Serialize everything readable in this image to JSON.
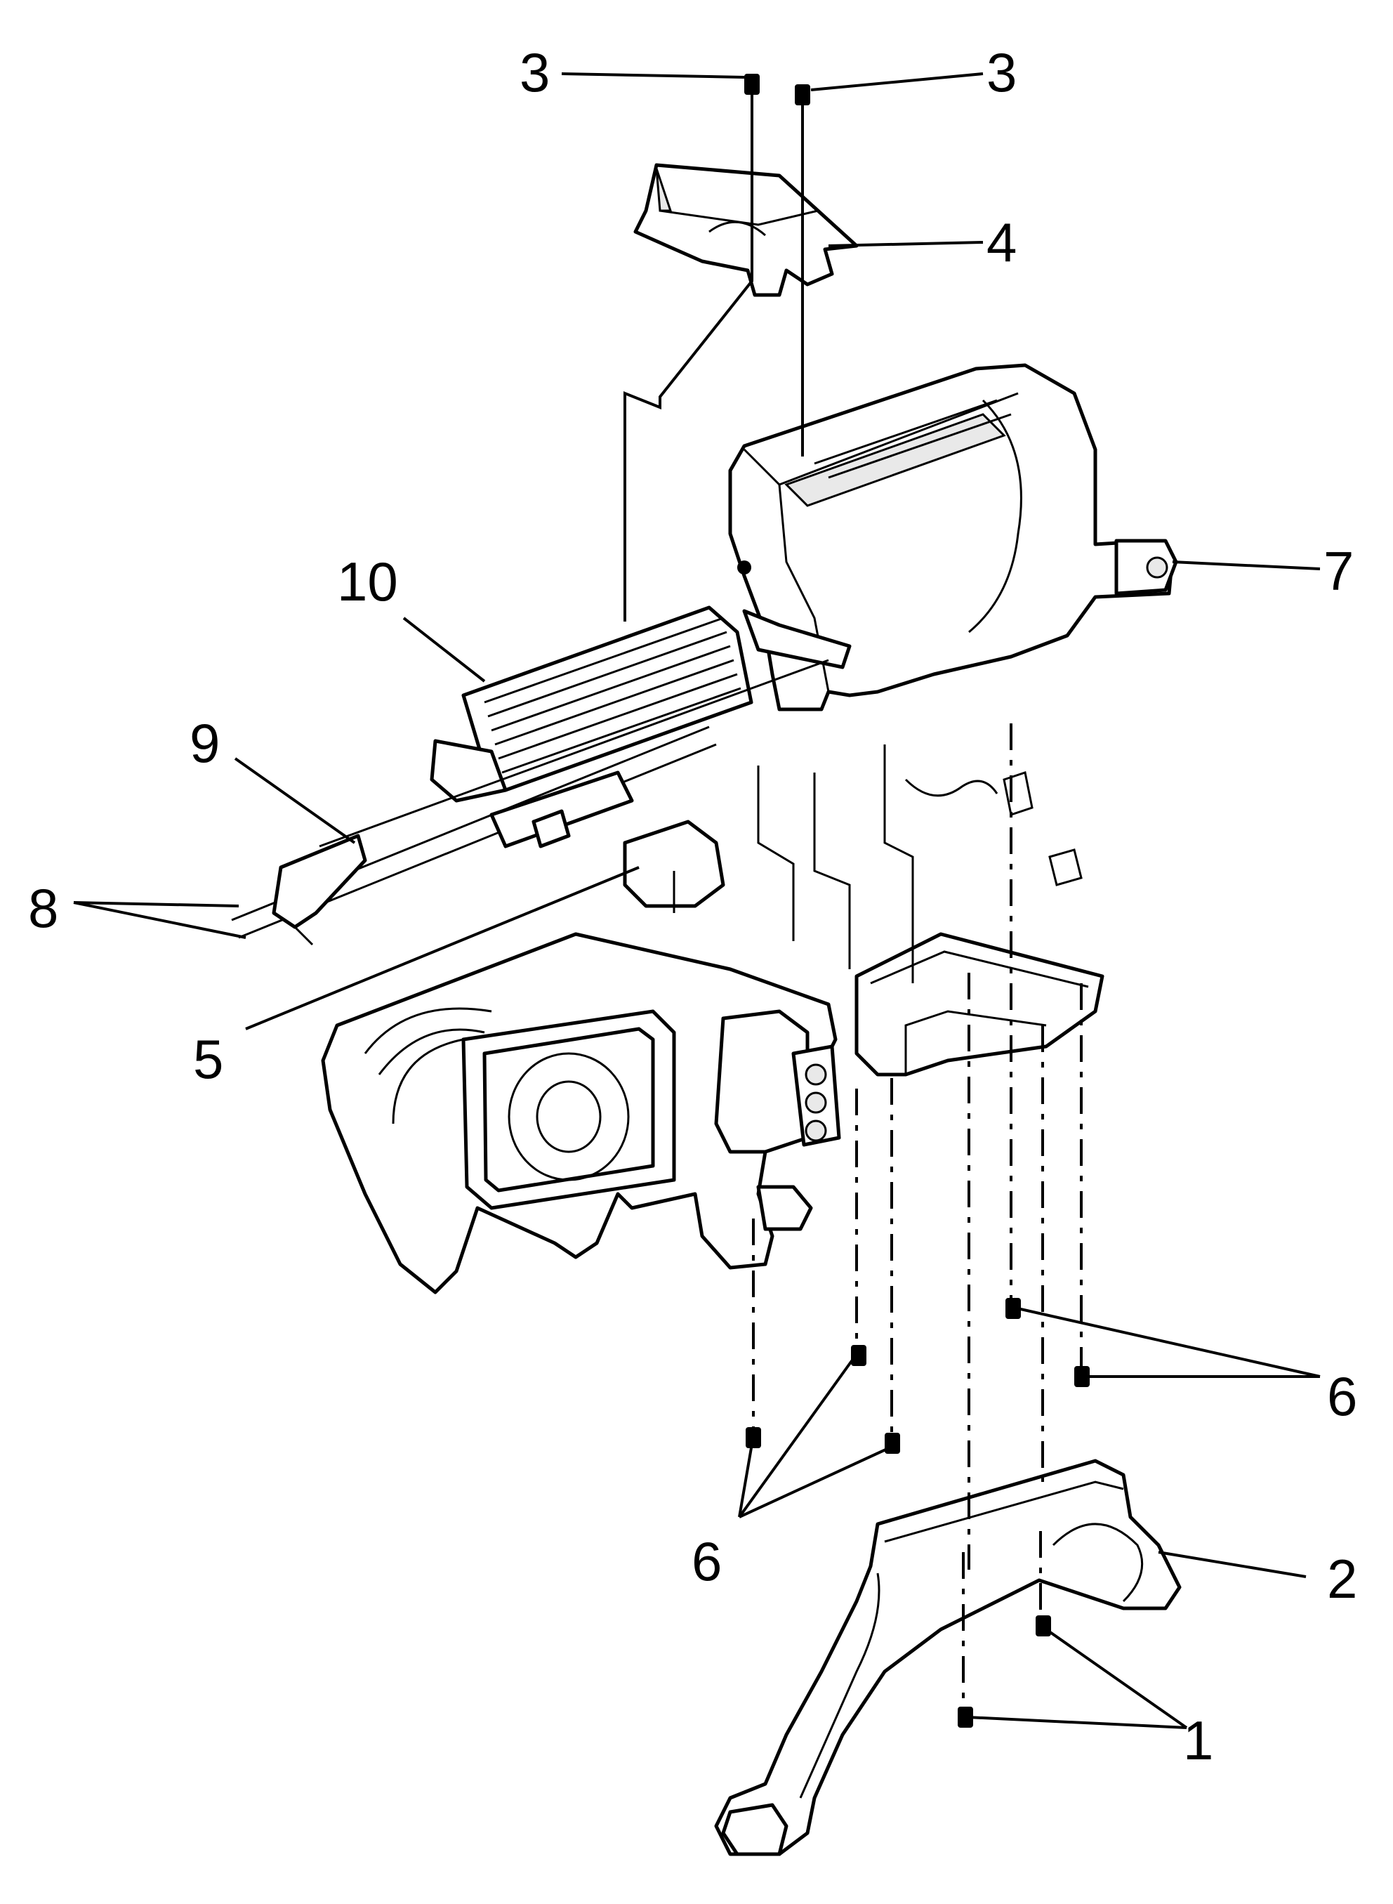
{
  "diagram": {
    "callouts": {
      "c3a": "3",
      "c3b": "3",
      "c4": "4",
      "c7": "7",
      "c10": "10",
      "c9": "9",
      "c8": "8",
      "c5": "5",
      "c6a": "6",
      "c6b": "6",
      "c2": "2",
      "c1": "1"
    },
    "parts": [
      {
        "id": "1",
        "icon": "screw-icon"
      },
      {
        "id": "2",
        "icon": "floor-duct-icon"
      },
      {
        "id": "3",
        "icon": "screw-icon"
      },
      {
        "id": "4",
        "icon": "bracket-icon"
      },
      {
        "id": "5",
        "icon": "blower-module-icon"
      },
      {
        "id": "6",
        "icon": "screw-icon"
      },
      {
        "id": "7",
        "icon": "upper-case-icon"
      },
      {
        "id": "8",
        "icon": "tube-icon"
      },
      {
        "id": "9",
        "icon": "clamp-icon"
      },
      {
        "id": "10",
        "icon": "heater-core-icon"
      }
    ]
  }
}
